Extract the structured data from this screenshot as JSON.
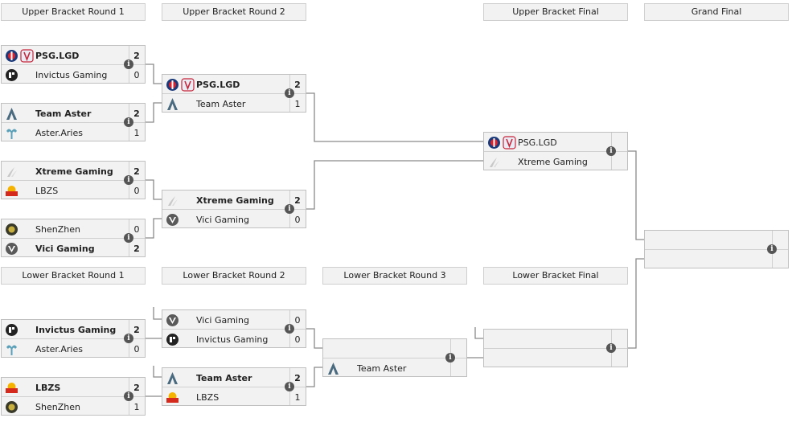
{
  "headers": {
    "ub_r1": "Upper Bracket Round 1",
    "ub_r2": "Upper Bracket Round 2",
    "ub_final": "Upper Bracket Final",
    "grand_final": "Grand Final",
    "lb_r1": "Lower Bracket Round 1",
    "lb_r2": "Lower Bracket Round 2",
    "lb_r3": "Lower Bracket Round 3",
    "lb_final": "Lower Bracket Final"
  },
  "info_icon": "info-icon",
  "matches": [
    {
      "id": "ub-r1-m1",
      "info": "i",
      "top": {
        "name": "PSG.LGD",
        "score": "2",
        "winner": true,
        "logo": "psglgd-logo"
      },
      "bottom": {
        "name": "Invictus Gaming",
        "score": "0",
        "winner": false,
        "logo": "invictus-gaming-logo"
      }
    },
    {
      "id": "ub-r1-m2",
      "info": "i",
      "top": {
        "name": "Team Aster",
        "score": "2",
        "winner": true,
        "logo": "team-aster-logo"
      },
      "bottom": {
        "name": "Aster.Aries",
        "score": "1",
        "winner": false,
        "logo": "aster-aries-logo"
      }
    },
    {
      "id": "ub-r1-m3",
      "info": "i",
      "top": {
        "name": "Xtreme Gaming",
        "score": "2",
        "winner": true,
        "logo": "xtreme-gaming-logo"
      },
      "bottom": {
        "name": "LBZS",
        "score": "0",
        "winner": false,
        "logo": "lbzs-logo"
      }
    },
    {
      "id": "ub-r1-m4",
      "info": "i",
      "top": {
        "name": "ShenZhen",
        "score": "0",
        "winner": false,
        "logo": "shenzhen-logo"
      },
      "bottom": {
        "name": "Vici Gaming",
        "score": "2",
        "winner": true,
        "logo": "vici-gaming-logo"
      }
    },
    {
      "id": "ub-r2-m1",
      "info": "i",
      "top": {
        "name": "PSG.LGD",
        "score": "2",
        "winner": true,
        "logo": "psglgd-logo"
      },
      "bottom": {
        "name": "Team Aster",
        "score": "1",
        "winner": false,
        "logo": "team-aster-logo"
      }
    },
    {
      "id": "ub-r2-m2",
      "info": "i",
      "top": {
        "name": "Xtreme Gaming",
        "score": "2",
        "winner": true,
        "logo": "xtreme-gaming-logo"
      },
      "bottom": {
        "name": "Vici Gaming",
        "score": "0",
        "winner": false,
        "logo": "vici-gaming-logo"
      }
    },
    {
      "id": "ub-final",
      "info": "i",
      "top": {
        "name": "PSG.LGD",
        "score": "",
        "winner": false,
        "logo": "psglgd-logo"
      },
      "bottom": {
        "name": "Xtreme Gaming",
        "score": "",
        "winner": false,
        "logo": "xtreme-gaming-logo"
      }
    },
    {
      "id": "grand-final",
      "info": "i",
      "top": {
        "name": "",
        "score": "",
        "winner": false,
        "logo": ""
      },
      "bottom": {
        "name": "",
        "score": "",
        "winner": false,
        "logo": ""
      }
    },
    {
      "id": "lb-r1-m1",
      "info": "i",
      "top": {
        "name": "Invictus Gaming",
        "score": "2",
        "winner": true,
        "logo": "invictus-gaming-logo"
      },
      "bottom": {
        "name": "Aster.Aries",
        "score": "0",
        "winner": false,
        "logo": "aster-aries-logo"
      }
    },
    {
      "id": "lb-r1-m2",
      "info": "i",
      "top": {
        "name": "LBZS",
        "score": "2",
        "winner": true,
        "logo": "lbzs-logo"
      },
      "bottom": {
        "name": "ShenZhen",
        "score": "1",
        "winner": false,
        "logo": "shenzhen-logo"
      }
    },
    {
      "id": "lb-r2-m1",
      "info": "i",
      "top": {
        "name": "Vici Gaming",
        "score": "0",
        "winner": false,
        "logo": "vici-gaming-logo"
      },
      "bottom": {
        "name": "Invictus Gaming",
        "score": "0",
        "winner": false,
        "logo": "invictus-gaming-logo"
      }
    },
    {
      "id": "lb-r2-m2",
      "info": "i",
      "top": {
        "name": "Team Aster",
        "score": "2",
        "winner": true,
        "logo": "team-aster-logo"
      },
      "bottom": {
        "name": "LBZS",
        "score": "1",
        "winner": false,
        "logo": "lbzs-logo"
      }
    },
    {
      "id": "lb-r3",
      "info": "i",
      "top": {
        "name": "",
        "score": "",
        "winner": false,
        "logo": ""
      },
      "bottom": {
        "name": "Team Aster",
        "score": "",
        "winner": false,
        "logo": "team-aster-logo"
      }
    },
    {
      "id": "lb-final",
      "info": "i",
      "top": {
        "name": "",
        "score": "",
        "winner": false,
        "logo": ""
      },
      "bottom": {
        "name": "",
        "score": "",
        "winner": false,
        "logo": ""
      }
    }
  ]
}
